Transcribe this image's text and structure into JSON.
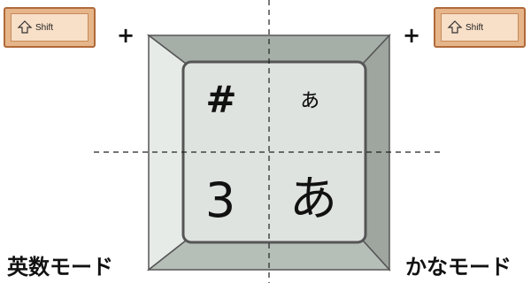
{
  "left_modifier": {
    "key_label": "Shift",
    "icon": "shift-arrow-icon",
    "plus": "+"
  },
  "right_modifier": {
    "key_label": "Shift",
    "icon": "shift-arrow-icon",
    "plus": "+"
  },
  "key": {
    "top_left": "#",
    "top_right": "ぁ",
    "bottom_left": "3",
    "bottom_right": "あ"
  },
  "modes": {
    "left": "英数モード",
    "right": "かなモード"
  },
  "colors": {
    "key_face": "#dfe3e0",
    "key_top_bevel": "#a6aea8",
    "key_left_bevel": "#e6ebe8",
    "key_right_bevel": "#9ea69f",
    "key_bottom_bevel": "#b6beb8",
    "shift_key": "#e6b58a"
  }
}
